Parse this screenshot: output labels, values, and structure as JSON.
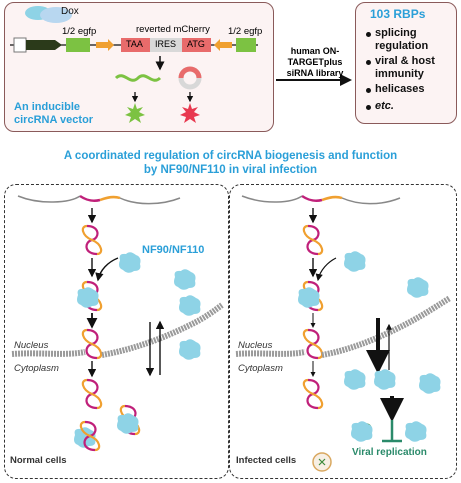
{
  "vector": {
    "dox": "Dox",
    "egfp_left": "1/2 egfp",
    "reverted": "reverted mCherry",
    "taa": "TAA",
    "ires": "IRES",
    "atg": "ATG",
    "egfp_right": "1/2 egfp",
    "caption_line1": "An inducible",
    "caption_line2": "circRNA vector"
  },
  "library": {
    "line1": "human ON-",
    "line2": "TARGETplus",
    "line3": "siRNA library"
  },
  "rbps": {
    "title": "103 RBPs",
    "items": [
      {
        "l1": "splicing",
        "l2": "regulation"
      },
      {
        "l1": "viral & host",
        "l2": "immunity"
      },
      {
        "l1": "helicases",
        "l2": ""
      },
      {
        "l1": "etc.",
        "l2": ""
      }
    ]
  },
  "main_title": {
    "line1": "A coordinated regulation of circRNA biogenesis and function",
    "line2": "by NF90/NF110 in viral infection"
  },
  "left_panel": {
    "protein_label": "NF90/NF110",
    "nucleus": "Nucleus",
    "cytoplasm": "Cytoplasm",
    "caption": "Normal cells"
  },
  "right_panel": {
    "nucleus": "Nucleus",
    "cytoplasm": "Cytoplasm",
    "caption": "Infected cells",
    "viral_replication": "Viral replication"
  },
  "colors": {
    "blue_text": "#2a9fd8",
    "protein": "#8ed3e6",
    "green_box": "#7cc242",
    "red_box": "#e86b6b",
    "magenta": "#c0207a",
    "orange": "#f0a030",
    "viral_green": "#3a8a3a",
    "membrane": "#9a9a9a"
  }
}
